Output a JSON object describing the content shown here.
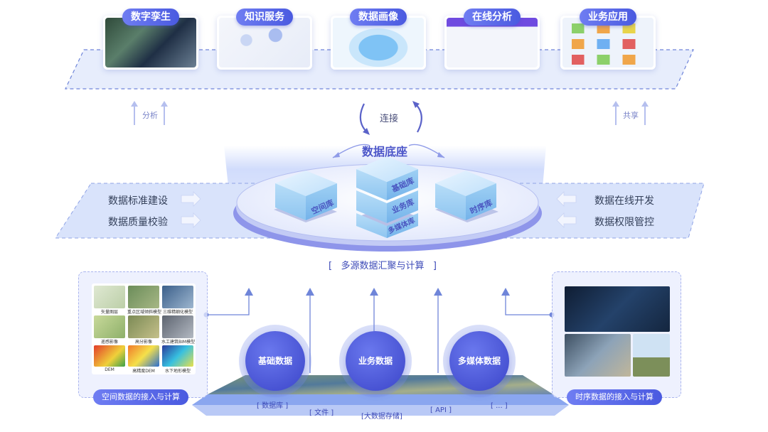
{
  "apps": [
    {
      "label": "数字孪生",
      "icon": "digital-twin-screenshot"
    },
    {
      "label": "知识服务",
      "icon": "knowledge-graph-screenshot"
    },
    {
      "label": "数据画像",
      "icon": "data-portrait-screenshot"
    },
    {
      "label": "在线分析",
      "icon": "online-analytics-screenshot"
    },
    {
      "label": "业务应用",
      "icon": "business-app-grid-screenshot"
    }
  ],
  "flows": {
    "left": "分析",
    "center": "连接",
    "right": "共享"
  },
  "base": {
    "title": "数据底座",
    "cubes": {
      "spatial": "空间库",
      "basic": "基础库",
      "business": "业务库",
      "multimedia": "多媒体库",
      "timeseries": "时序库"
    },
    "caption": "[   多源数据汇聚与计算   ]"
  },
  "left_band": [
    "数据标准建设",
    "数据质量校验"
  ],
  "right_band": [
    "数据在线开发",
    "数据权限管控"
  ],
  "spatial_panel": {
    "title": "空间数据的接入与计算",
    "thumbs": [
      "矢量图层",
      "重点区域倾斜模型",
      "三维精细化模型",
      "遥感影像",
      "高分影像",
      "水工建筑BIM模型",
      "DEM",
      "高精度DEM",
      "水下地形模型"
    ]
  },
  "timeseries_panel": {
    "title": "时序数据的接入与计算"
  },
  "circles": [
    "基础数据",
    "业务数据",
    "多媒体数据"
  ],
  "sources": [
    "[ 数据库 ]",
    "[ 文件 ]",
    "[大数据存储]",
    "[ API ]",
    "[ ... ]"
  ],
  "colors": {
    "accent": "#4a5ae0",
    "band": "#dbe4fb",
    "deep": "#3b45c9"
  }
}
